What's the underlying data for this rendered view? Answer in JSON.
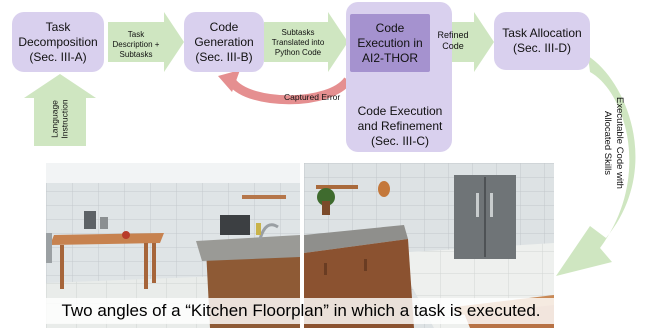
{
  "boxes": {
    "decomposition": {
      "line1": "Task",
      "line2": "Decomposition",
      "line3": "(Sec. III-A)"
    },
    "generation": {
      "line1": "Code",
      "line2": "Generation",
      "line3": "(Sec. III-B)"
    },
    "execution": {
      "line1": "Code",
      "line2": "Execution in",
      "line3": "AI2-THOR"
    },
    "refinement": {
      "line1": "Code Execution",
      "line2": "and Refinement",
      "line3": "(Sec. III-C)"
    },
    "allocation": {
      "line1": "Task Allocation",
      "line2": "(Sec. III-D)"
    }
  },
  "arrows": {
    "desc_subtasks": {
      "line1": "Task",
      "line2": "Description +",
      "line3": "Subtasks"
    },
    "translated": {
      "line1": "Subtasks",
      "line2": "Translated into",
      "line3": "Python Code"
    },
    "refined": {
      "line1": "Refined",
      "line2": "Code"
    },
    "captured_error": "Captured Error",
    "language_instruction": {
      "line1": "Language",
      "line2": "Instruction"
    },
    "executable": {
      "line1": "Executable Code with",
      "line2": "Allocated Skills"
    }
  },
  "caption": "Two angles of a “Kitchen Floorplan” in which a task is executed.",
  "colors": {
    "box_fill": "#d9d0ee",
    "execution_fill": "#a592cf",
    "arrow_green": "#cfe6c1",
    "error_arrow": "#e58f90"
  }
}
